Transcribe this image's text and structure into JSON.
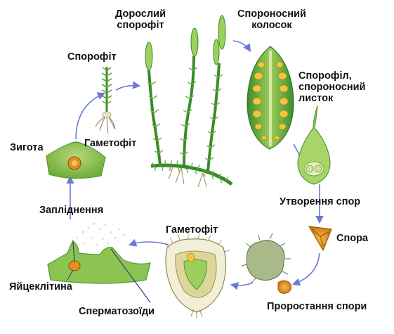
{
  "labels": {
    "adult_sporophyte": [
      "Дорослий",
      "спорофіт"
    ],
    "spore_spike": [
      "Спороносний",
      "колосок"
    ],
    "sporophyll": [
      "Спорофіл,",
      "спороносний",
      "листок"
    ],
    "sporophyte": "Спорофіт",
    "zygote": "Зигота",
    "gametophyte_top": "Гаметофіт",
    "spore_formation": "Утворення спор",
    "fertilization": "Запліднення",
    "gametophyte_bottom": "Гаметофіт",
    "spore": "Спора",
    "egg_cell": "Яйцеклітина",
    "spermatozoids": "Сперматозоїди",
    "spore_germination": "Проростання спори"
  },
  "colors": {
    "arrow": "#6a78d6",
    "moss_green": "#5fa83a",
    "dark_green": "#2f7a25",
    "spore_orange": "#e0901c",
    "tissue_tan": "#d9c9a0"
  }
}
